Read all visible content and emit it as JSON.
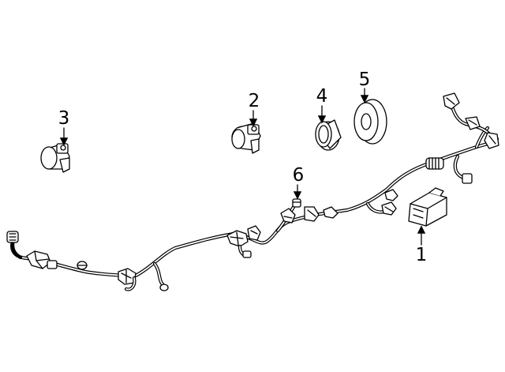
{
  "callouts": [
    {
      "id": "1",
      "label": "1"
    },
    {
      "id": "2",
      "label": "2"
    },
    {
      "id": "3",
      "label": "3"
    },
    {
      "id": "4",
      "label": "4"
    },
    {
      "id": "5",
      "label": "5"
    },
    {
      "id": "6",
      "label": "6"
    }
  ],
  "parts": {
    "1": "module",
    "2": "sensor",
    "3": "sensor",
    "4": "retainer",
    "5": "gasket",
    "6": "clip"
  }
}
